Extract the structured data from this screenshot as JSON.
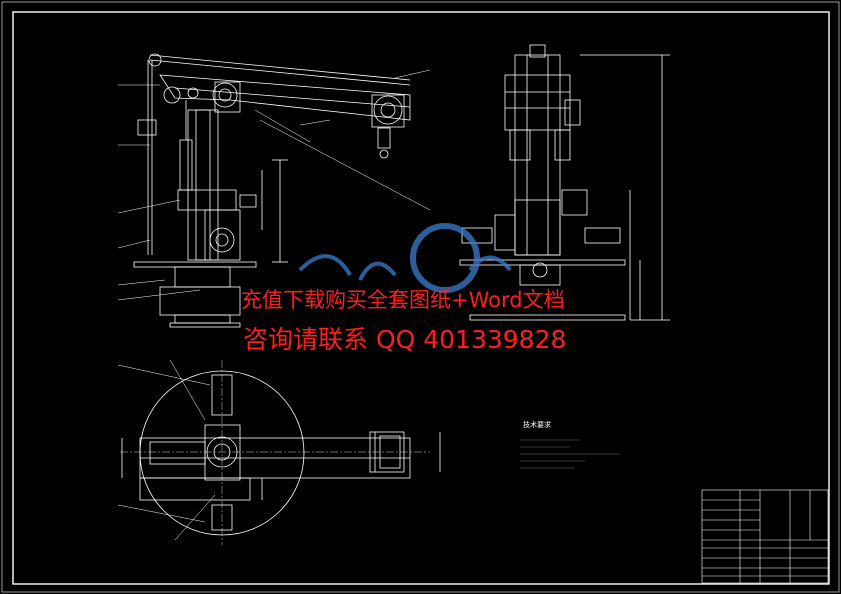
{
  "watermark": {
    "line1": "充值下载购买全套图纸+Word文档",
    "line2": "咨询请联系 QQ 401339828"
  },
  "tech_requirements": {
    "title": "技术要求",
    "notes": [
      "",
      "",
      "",
      "",
      ""
    ]
  },
  "colors": {
    "background": "#000000",
    "line": "#ffffff",
    "watermark": "#ff1f1f",
    "logo": "#3a7fd0"
  },
  "title_block": {
    "drawing_number": ""
  }
}
